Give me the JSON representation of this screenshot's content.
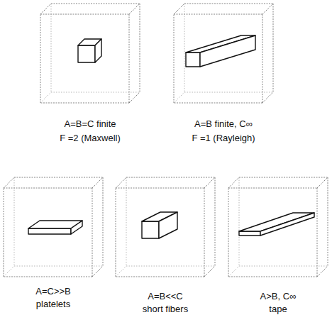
{
  "diagram": {
    "labels": [
      "A=B=C finite",
      "F =2 (Maxwell)",
      "A=B finite, C∞",
      "F =1 (Rayleigh)",
      "A=C>>B",
      "platelets",
      "A=B<<C",
      "short fibers",
      "A>B, C∞",
      "tape"
    ]
  }
}
